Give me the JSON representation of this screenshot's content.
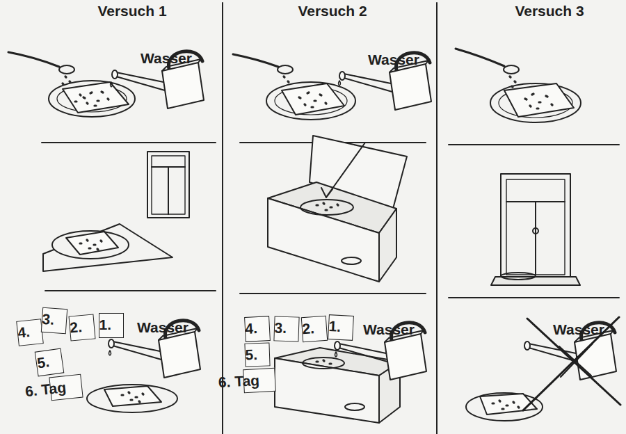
{
  "diagram": {
    "nodes": [
      {
        "text": [
          "Versuch 1"
        ]
      },
      {
        "text": [
          "Wasser"
        ],
        "in": 0
      },
      {
        "text": [
          "4."
        ],
        "in": 0
      },
      {
        "text": [
          "3."
        ],
        "in": 0
      },
      {
        "text": [
          "2."
        ],
        "in": 0
      },
      {
        "text": [
          "1."
        ],
        "in": 0
      },
      {
        "text": [
          "5."
        ],
        "in": 0
      },
      {
        "text": [
          "6. Tag"
        ],
        "in": 0
      },
      {
        "text": [
          "Wasser"
        ],
        "in": 0
      },
      {
        "text": [
          "Versuch 2"
        ]
      },
      {
        "text": [
          "Wasser"
        ],
        "in": 9
      },
      {
        "text": [
          "4."
        ],
        "in": 9
      },
      {
        "text": [
          "3."
        ],
        "in": 9
      },
      {
        "text": [
          "2."
        ],
        "in": 9
      },
      {
        "text": [
          "1."
        ],
        "in": 9
      },
      {
        "text": [
          "5."
        ],
        "in": 9
      },
      {
        "text": [
          "6. Tag"
        ],
        "in": 9
      },
      {
        "text": [
          "Wasser"
        ],
        "in": 9
      },
      {
        "text": [
          "Versuch 3"
        ]
      },
      {
        "text": [
          "Wasser"
        ],
        "in": 18
      }
    ]
  }
}
